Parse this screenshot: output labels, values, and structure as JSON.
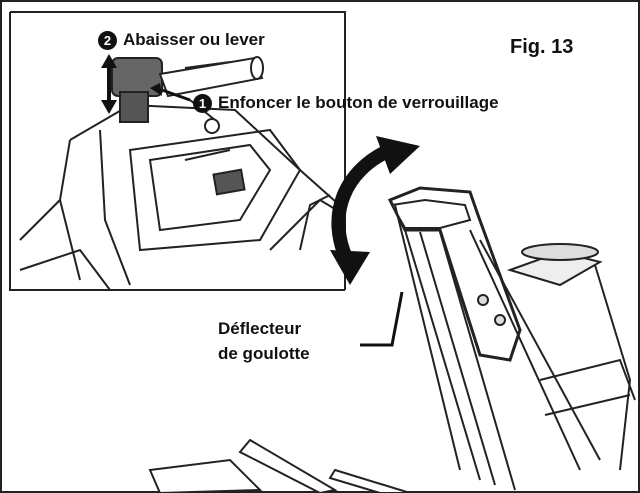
{
  "figure": {
    "label": "Fig. 13",
    "steps": [
      {
        "number": "2",
        "text": "Abaisser ou lever"
      },
      {
        "number": "1",
        "text": "Enfoncer le bouton de verrouillage"
      }
    ],
    "callout": {
      "line1": "Déflecteur",
      "line2": "de goulotte"
    },
    "icons": [
      "vertical-double-arrow-icon",
      "curved-double-arrow-icon"
    ],
    "colors": {
      "ink": "#111111",
      "paper": "#ffffff"
    }
  }
}
